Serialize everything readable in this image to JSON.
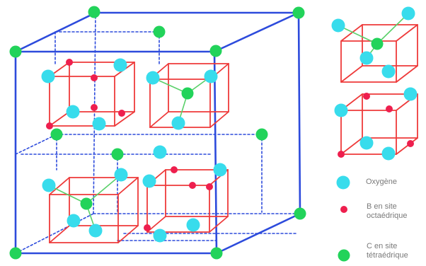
{
  "legend": {
    "oxygen": {
      "label": "Oxygène",
      "color": "#38dcec"
    },
    "b_site": {
      "line1": "B en site",
      "line2": "octaédrique",
      "color": "#ee1f4e"
    },
    "c_site": {
      "line1": "C en site",
      "line2": "tétraédrique",
      "color": "#22d35a"
    }
  },
  "colors": {
    "cell_edge": "#2d4bdc",
    "subcube_edge": "#ee3a3a",
    "tetra_bond": "#5ad06a"
  }
}
